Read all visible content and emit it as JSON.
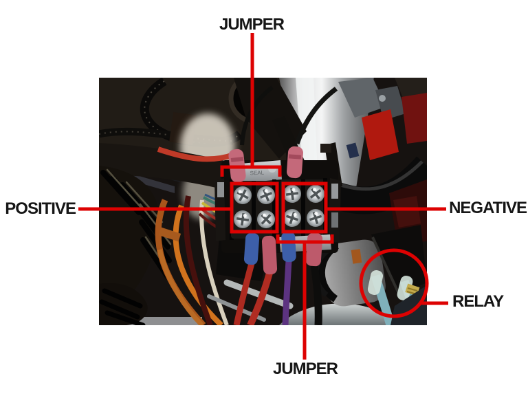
{
  "page": {
    "background": "#ffffff"
  },
  "figure": {
    "type": "annotated-photo-diagram",
    "subject": "motorcycle wiring terminal block photo with callouts",
    "annotation_color": "#dd0202",
    "label_color": "#161616",
    "labels": {
      "jumper_top": "JUMPER",
      "positive": "POSITIVE",
      "negative": "NEGATIVE",
      "relay": "RELAY",
      "jumper_bottom": "JUMPER"
    },
    "photo": {
      "seal_text": "SEAL"
    }
  }
}
